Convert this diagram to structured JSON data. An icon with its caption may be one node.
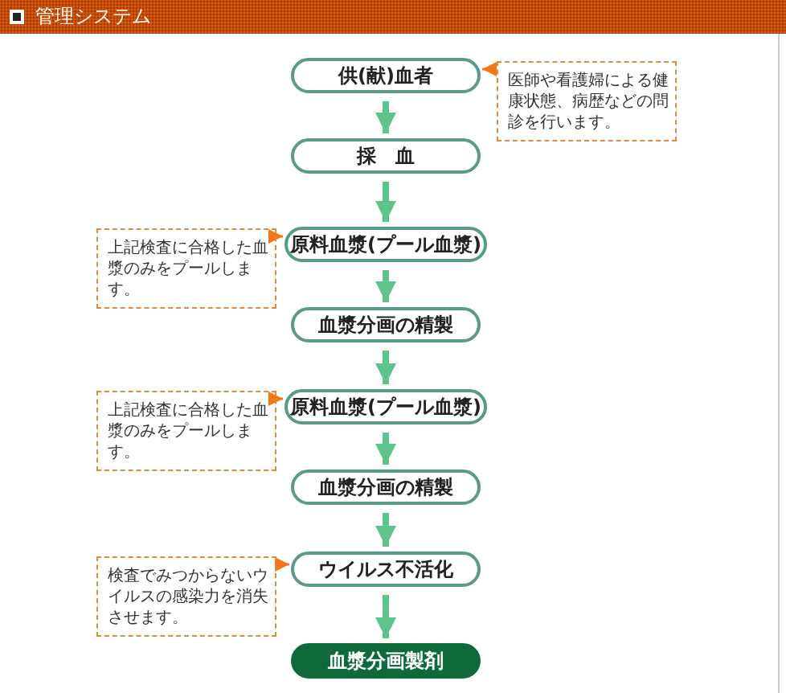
{
  "diagram": {
    "title": "管理システム",
    "nodes": [
      {
        "text": [
          "供(献)血者"
        ]
      },
      {
        "text": [
          "医師や看護婦による健康状態、病歴などの問診を行います。"
        ]
      },
      {
        "text": [
          "採　血"
        ]
      },
      {
        "text": [
          "上記検査に合格した血漿のみをプールします。"
        ]
      },
      {
        "text": [
          "原料血漿(プール血漿)"
        ]
      },
      {
        "text": [
          "血漿分画の精製"
        ]
      },
      {
        "text": [
          "上記検査に合格した血漿のみをプールします。"
        ]
      },
      {
        "text": [
          "原料血漿(プール血漿)"
        ]
      },
      {
        "text": [
          "血漿分画の精製"
        ]
      },
      {
        "text": [
          "検査でみつからないウイルスの感染力を消失させます。"
        ]
      },
      {
        "text": [
          "ウイルス不活化"
        ]
      },
      {
        "text": [
          "血漿分画製剤"
        ]
      }
    ],
    "edges": [
      {
        "from": 0,
        "to": 2,
        "arrow": "to"
      },
      {
        "from": 1,
        "to": 0,
        "arrow": "to",
        "color": "#f07818"
      },
      {
        "from": 2,
        "to": 4,
        "arrow": "to"
      },
      {
        "from": 3,
        "to": 4,
        "arrow": "to",
        "color": "#f07818"
      },
      {
        "from": 4,
        "to": 5,
        "arrow": "to"
      },
      {
        "from": 5,
        "to": 7,
        "arrow": "to"
      },
      {
        "from": 6,
        "to": 7,
        "arrow": "to",
        "color": "#f07818"
      },
      {
        "from": 7,
        "to": 8,
        "arrow": "to"
      },
      {
        "from": 8,
        "to": 10,
        "arrow": "to"
      },
      {
        "from": 9,
        "to": 10,
        "arrow": "to",
        "color": "#f07818"
      },
      {
        "from": 10,
        "to": 11,
        "arrow": "to"
      }
    ]
  }
}
